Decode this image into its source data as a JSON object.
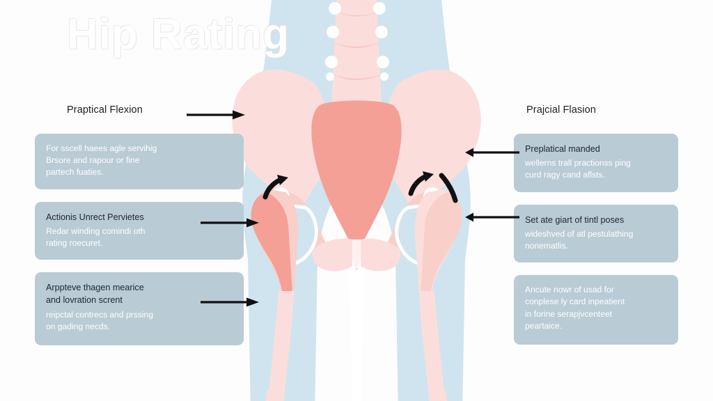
{
  "page": {
    "title": "Hip Rating",
    "background_color": "#fdfdfd",
    "card_color": "#b9cbd5",
    "body_silhouette_color": "#cfe4ee",
    "bone_light_color": "#fbdedc",
    "bone_mid_color": "#f8c9c4",
    "bone_accent_color": "#f4a096",
    "arrow_color": "#111111",
    "heading_text_color": "#1d1d1d",
    "body_text_color": "#ffffff"
  },
  "left_column": {
    "heading": "Praptical Flexion",
    "cards": [
      {
        "title": "",
        "body_lines": [
          "For sscell haees agle servihig",
          "Brsore and rapour or fine",
          "partech fuaties."
        ]
      },
      {
        "title": "Actionis Unrect Pervietes",
        "body_lines": [
          "Redar winding comindi oth",
          "rating roecuret."
        ]
      },
      {
        "title_lines": [
          "Arppteve thagen mearice",
          "and lovration scrent"
        ],
        "body_lines": [
          "reipctal contrecs and prssing",
          "on gading necds."
        ]
      }
    ]
  },
  "right_column": {
    "heading": "Prajcial Flasion",
    "cards": [
      {
        "title": "Preplatical manded",
        "body_lines": [
          "wellerns trall practionss ping",
          "curd ragy cand aflsts."
        ]
      },
      {
        "title": "Set ate giart of tintl poses",
        "body_lines": [
          "wideshved of atl pestulathing",
          "nonematlis."
        ]
      },
      {
        "title": "",
        "body_lines": [
          "Ancute nowr of usad for",
          "conplese ly card inpeatient",
          "in forine serapjvcenteet",
          "peartaice."
        ]
      }
    ]
  },
  "illustration": {
    "name": "pelvis-hip-anatomy-diagram",
    "description": "Anterior view of pelvis, sacrum, lumbar spine and femurs inside a light blue body silhouette",
    "parts": [
      "lumbar-vertebrae",
      "sacrum",
      "left-ilium",
      "right-ilium",
      "pubic-symphysis",
      "left-femoral-head",
      "right-femoral-head",
      "left-femur",
      "right-femur",
      "left-tibia",
      "right-tibia"
    ]
  },
  "arrows": {
    "left": [
      {
        "label": "arrow-left-heading",
        "direction": "right"
      },
      {
        "label": "arrow-left-card-2",
        "direction": "right"
      },
      {
        "label": "arrow-left-card-3",
        "direction": "right"
      }
    ],
    "right": [
      {
        "label": "arrow-right-card-1",
        "direction": "left"
      },
      {
        "label": "arrow-right-card-2",
        "direction": "left"
      }
    ],
    "curved": [
      {
        "label": "curved-arrow-left-hip",
        "direction": "up-right"
      },
      {
        "label": "curved-arrow-right-hip",
        "direction": "up-right"
      },
      {
        "label": "curved-stroke-right-hip",
        "direction": "arc"
      }
    ]
  }
}
